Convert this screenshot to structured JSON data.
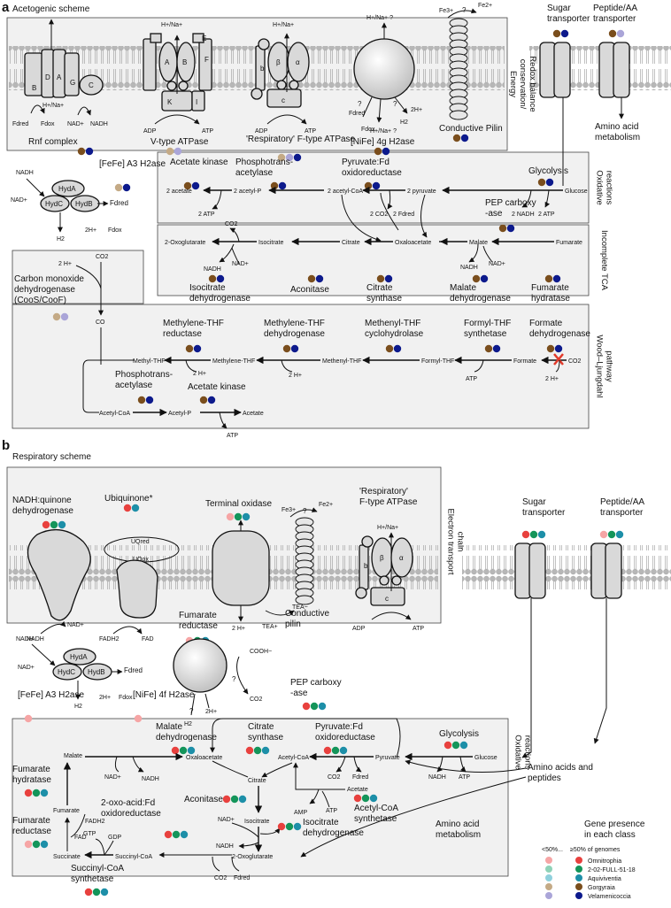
{
  "panel_a": {
    "letter": "a",
    "title": "Acetogenic scheme",
    "side_labels": {
      "energy": "Energy conservation/ Redox balance",
      "oxidative": "Oxidative reactions",
      "tca": "Incomplete TCA",
      "wl": "Wood–Ljungdahl pathway"
    },
    "membrane": {
      "rnf_label": "Rnf complex",
      "vatp_label": "V-type ATPase",
      "fatp_label": "'Respiratory' F-type ATPase",
      "nife_label": "[NiFe] 4g H2ase",
      "pilin_label": "Conductive Pilin",
      "sugar_label": "Sugar transporter",
      "peptide_label": "Peptide/AA transporter",
      "amino_label": "Amino acid metabolism",
      "h_na": "H+/Na+",
      "h_na_q": "H+/Na+ ?",
      "fe3": "Fe3+",
      "fe2": "Fe2+",
      "q": "?",
      "fd_red": "Fdred",
      "fd_ox": "Fdox",
      "nad": "NAD+",
      "nadh": "NADH",
      "adp": "ADP",
      "atp": "ATP",
      "h2": "H2",
      "h_2": "2H+"
    },
    "hyd": {
      "label": "[FeFe] A3 H2ase",
      "hyda": "HydA",
      "hydb": "HydB",
      "hydc": "HydC"
    },
    "codh": {
      "label": "Carbon monoxide dehydrogenase (CooS/CooF)",
      "co2": "CO2",
      "h2": "2 H+",
      "co": "CO"
    },
    "oxid": {
      "acetate_kinase": "Acetate kinase",
      "phosphotrans": "Phosphotrans- acetylase",
      "pfor": "Pyruvate:Fd oxidoreductase",
      "glycolysis": "Glycolysis",
      "acetate": "2 acetate",
      "acetyl_p": "2 acetyl-P",
      "acetyl_coa": "2 acetyl-CoA",
      "pyruvate": "2 pyruvate",
      "glucose": "Glucose",
      "atp": "2 ATP",
      "co2": "2 CO2",
      "fd": "2 Fdred",
      "nadh": "2 NADH",
      "atp2": "2 ATP",
      "pep": "PEP carboxy -ase"
    },
    "tca": {
      "oxoglut": "2-Oxoglutarate",
      "isocitrate": "Isocitrate",
      "citrate": "Citrate",
      "oxaloacetate": "Oxaloacetate",
      "malate": "Malate",
      "fumarate": "Fumarate",
      "co2": "CO2",
      "nadh": "NADH",
      "nad": "NAD+",
      "nadh2": "NADH",
      "nad2": "NAD+",
      "idh": "Isocitrate dehydrogenase",
      "aconitase": "Aconitase",
      "cs": "Citrate synthase",
      "mdh": "Malate dehydrogenase",
      "fh": "Fumarate hydratase"
    },
    "wl": {
      "mthfr": "Methylene-THF reductase",
      "mthfd": "Methylene-THF dehydrogenase",
      "mch": "Methenyl-THF cyclohydrolase",
      "fts": "Formyl-THF synthetase",
      "fdh": "Formate dehydrogenase",
      "methyl": "Methyl-THF",
      "methylene": "Methylene-THF",
      "methenyl": "Methenyl-THF",
      "formyl": "Formyl-THF",
      "formate": "Formate",
      "co2": "CO2",
      "h1": "2 H+",
      "h2": "2 H+",
      "atp": "ATP",
      "h3": "2 H+",
      "pta": "Phosphotrans- acetylase",
      "ack": "Acetate kinase",
      "acetyl_coa": "Acetyl-CoA",
      "acetyl_p": "Acetyl-P",
      "acetate": "Acetate",
      "atp2": "ATP"
    }
  },
  "panel_b": {
    "letter": "b",
    "title": "Respiratory scheme",
    "side_labels": {
      "etc": "Electron transport chain",
      "oxidative": "Oxidative reactions",
      "amino": "Amino acid metabolism"
    },
    "membrane": {
      "ndh_label": "NADH:quinone dehydrogenase",
      "ubq_label": "Ubiquinone*",
      "uq_red": "UQred",
      "uq_ox": "UQox",
      "tox_label": "Terminal oxidase",
      "pilin_label": "Conductive pilin",
      "fatp_label": "'Respiratory' F-type ATPase",
      "sugar_label": "Sugar transporter",
      "peptide_label": "Peptide/AA transporter",
      "frd_label": "Fumarate reductase",
      "nadh": "NADH",
      "nad": "NAD+",
      "fadh2": "FADH2",
      "fad": "FAD",
      "h2": "2 H+",
      "tea": "TEA+",
      "tea_m": "TEA−",
      "fe3": "Fe3+",
      "fe2": "Fe2+",
      "q": "?",
      "h_na": "H+/Na+",
      "adp": "ADP",
      "atp": "ATP"
    },
    "hyd": {
      "label": "[FeFe] A3 H2ase",
      "hyda": "HydA",
      "hydb": "HydB",
      "hydc": "HydC",
      "nadh": "NADH",
      "nad": "NAD+",
      "fd_red": "Fdred",
      "fd_ox": "Fdox",
      "h2": "H2",
      "h_2": "2H+"
    },
    "nife": {
      "label": "[NiFe] 4f H2ase",
      "cooh": "COOH−",
      "co2": "CO2",
      "h2": "H2",
      "h_2": "2H+",
      "q1": "?",
      "q2": "?"
    },
    "pep": "PEP carboxy -ase",
    "oxid": {
      "mdh": "Malate dehydrogenase",
      "cs": "Citrate synthase",
      "pfor": "Pyruvate:Fd oxidoreductase",
      "glycolysis": "Glycolysis",
      "malate": "Malate",
      "oxaloacetate": "Oxaloacetate",
      "acetyl_coa": "Acetyl-CoA",
      "pyruvate": "Pyruvate",
      "glucose": "Glucose",
      "nad": "NAD+",
      "nadh": "NADH",
      "co2": "CO2",
      "fd": "Fdred",
      "nadh2": "NADH",
      "atp": "ATP",
      "acetate": "Acetate",
      "fh": "Fumarate hydratase",
      "citrate": "Citrate",
      "aconitase": "Aconitase",
      "amp": "AMP",
      "atp2": "ATP",
      "acs": "Acetyl-CoA synthetase",
      "fumarate": "Fumarate",
      "fadh2": "FADH2",
      "kor": "2-oxo-acid:Fd oxidoreductase",
      "frd": "Fumarate reductase",
      "gtp": "GTP",
      "gdp": "GDP",
      "fad": "FAD",
      "nad2": "NAD+",
      "isocitrate": "Isocitrate",
      "nadh3": "NADH",
      "idh": "Isocitrate dehydrogenase",
      "succinate": "Succinate",
      "succoa": "Succinyl-CoA",
      "oxoglut": "2-Oxoglutarate",
      "scs": "Succinyl-CoA synthetase",
      "co2b": "CO2",
      "fdb": "Fdred",
      "amino": "Amino acids and peptides"
    }
  },
  "legend": {
    "title": "Gene presence in each class",
    "low": "<50%...",
    "high": "≥50% of genomes",
    "classes": [
      {
        "name": "Omnitrophia",
        "low": "#f6a5a5",
        "high": "#e8413e"
      },
      {
        "name": "2-02-FULL-51-18",
        "low": "#8fd2b8",
        "high": "#14955a"
      },
      {
        "name": "Aquiviventia",
        "low": "#8fd0dc",
        "high": "#1d8fa8"
      },
      {
        "name": "Gorgyraia",
        "low": "#c4aa86",
        "high": "#7a4e1d"
      },
      {
        "name": "Velamenicoccia",
        "low": "#aaa5d8",
        "high": "#0d1a8c"
      }
    ]
  }
}
